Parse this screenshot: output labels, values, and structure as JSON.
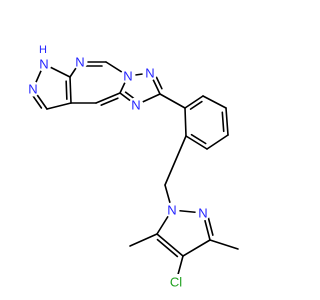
{
  "molecule": {
    "colors": {
      "carbon_bond": "#000000",
      "nitrogen": "#2424ff",
      "chlorine": "#1fa01f",
      "background": "#ffffff"
    },
    "atoms": {
      "nh": {
        "element": "N",
        "hydrogen": "H"
      },
      "n_pyrazole_2": {
        "element": "N"
      },
      "n_pyrimidine": {
        "element": "N"
      },
      "n_bridge": {
        "element": "N"
      },
      "n_triazole_top": {
        "element": "N"
      },
      "n_triazole_bottom": {
        "element": "N"
      },
      "n_lower_pyrazole_1": {
        "element": "N"
      },
      "n_lower_pyrazole_2": {
        "element": "N"
      },
      "cl": {
        "element": "Cl"
      }
    }
  }
}
